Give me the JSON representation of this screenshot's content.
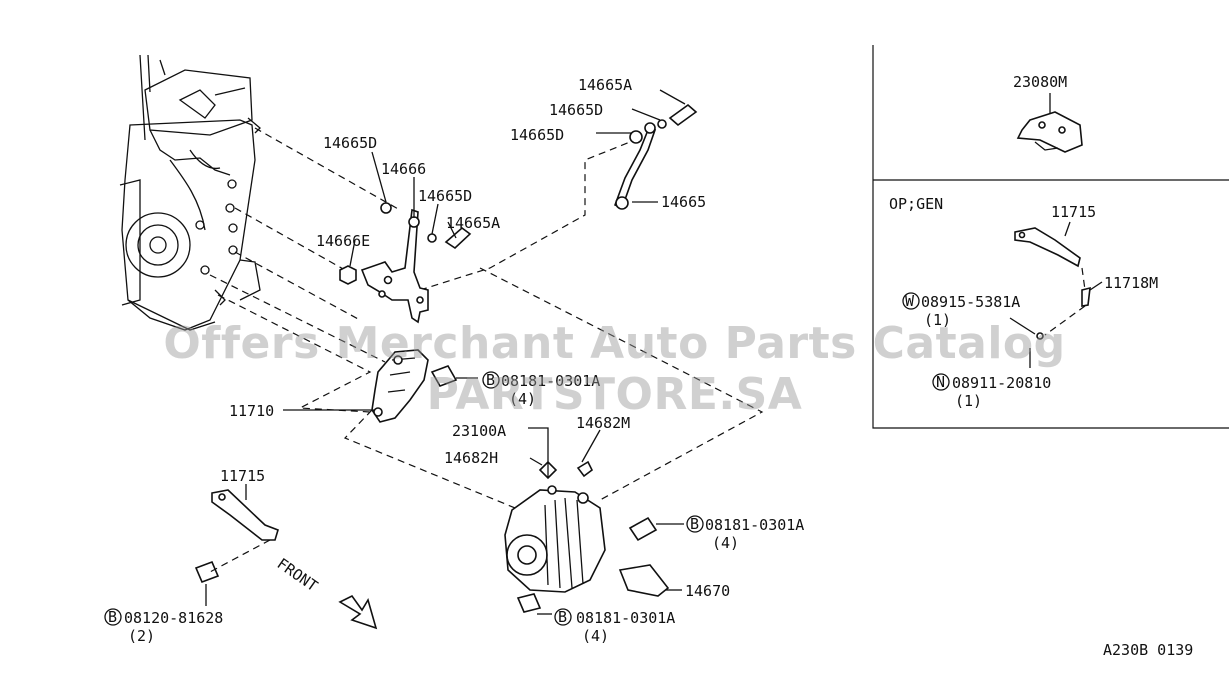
{
  "watermark": "Offers Merchant Auto Parts Catalog PARTSTORE.SA",
  "diagram_code": "A230B 0139",
  "front_label": "FRONT",
  "callouts": {
    "p14665A_top": "14665A",
    "p14665D_top": "14665D",
    "p14665D_mid": "14665D",
    "p14665": "14665",
    "p14665D_left": "14665D",
    "p14666": "14666",
    "p14665D_right": "14665D",
    "p14665A_mid": "14665A",
    "p14666E": "14666E",
    "p11710": "11710",
    "p23100A": "23100A",
    "p14682M": "14682M",
    "p14682H": "14682H",
    "p14670": "14670",
    "p11715_left": "11715",
    "p23080M": "23080M",
    "p11715_inset": "11715",
    "p11718M": "11718M"
  },
  "bolts": {
    "b1": {
      "prefix": "B",
      "number": "08181-0301A",
      "qty": "(4)"
    },
    "b2": {
      "prefix": "B",
      "number": "08181-0301A",
      "qty": "(4)"
    },
    "b3": {
      "prefix": "B",
      "number": "08181-0301A",
      "qty": "(4)"
    },
    "b4": {
      "prefix": "B",
      "number": "08120-81628",
      "qty": "(2)"
    },
    "w1": {
      "prefix": "W",
      "number": "08915-5381A",
      "qty": "(1)"
    },
    "n1": {
      "prefix": "N",
      "number": "08911-20810",
      "qty": "(1)"
    }
  },
  "inset": {
    "option_label": "OP;GEN"
  }
}
